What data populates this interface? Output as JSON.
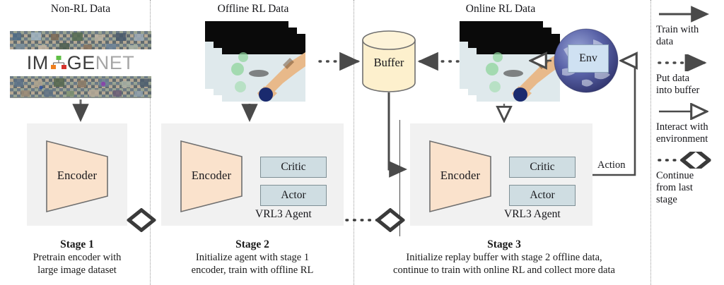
{
  "columns": [
    {
      "id": "non-rl",
      "title": "Non-RL Data"
    },
    {
      "id": "offline-rl",
      "title": "Offline RL Data"
    },
    {
      "id": "online-rl",
      "title": "Online RL Data"
    }
  ],
  "imagenet": {
    "word_dark": "IM",
    "word_dark2": "GE",
    "word_light": "NET",
    "alt": "ImageNet dataset mosaic"
  },
  "stages": [
    {
      "id": "stage-1",
      "title": "Stage 1",
      "desc_line1": "Pretrain encoder with",
      "desc_line2": "large image dataset",
      "encoder_label": "Encoder",
      "has_agent": false
    },
    {
      "id": "stage-2",
      "title": "Stage 2",
      "desc_line1": "Initialize agent with stage 1",
      "desc_line2": "encoder, train with offline RL",
      "encoder_label": "Encoder",
      "has_agent": true,
      "critic_label": "Critic",
      "actor_label": "Actor",
      "agent_label": "VRL3 Agent"
    },
    {
      "id": "stage-3",
      "title": "Stage 3",
      "desc_line1": "Initialize replay buffer with stage 2 offline data,",
      "desc_line2": "continue to train with online RL and collect more data",
      "encoder_label": "Encoder",
      "has_agent": true,
      "critic_label": "Critic",
      "actor_label": "Actor",
      "agent_label": "VRL3 Agent"
    }
  ],
  "buffer": {
    "label": "Buffer"
  },
  "env": {
    "label": "Env"
  },
  "action": {
    "label": "Action"
  },
  "legend": {
    "items": [
      {
        "id": "train-with-data",
        "line": "solid",
        "head": "filled",
        "text_line1": "Train with",
        "text_line2": "data"
      },
      {
        "id": "put-data-into-buffer",
        "line": "dotted",
        "head": "filled",
        "text_line1": "Put data",
        "text_line2": "into buffer"
      },
      {
        "id": "interact-with-environment",
        "line": "solid",
        "head": "hollow",
        "text_line1": "Interact with",
        "text_line2": "environment"
      },
      {
        "id": "continue-from-last-stage",
        "line": "dotted",
        "head": "diamond",
        "text_line1": "Continue",
        "text_line2": "from last",
        "text_line3": "stage"
      }
    ]
  },
  "colors": {
    "encoder_fill": "#fae2cc",
    "encoder_stroke": "#6f6f6f",
    "agent_box_fill": "#cfdde2",
    "agent_box_stroke": "#7e8f95",
    "stage_panel": "#f1f1f1",
    "buffer_fill": "#fdf0cd",
    "buffer_stroke": "#6f6f6f",
    "env_fill": "#cfe1f2",
    "arrow": "#4a4a4a",
    "divider": "#9a9a9a"
  }
}
